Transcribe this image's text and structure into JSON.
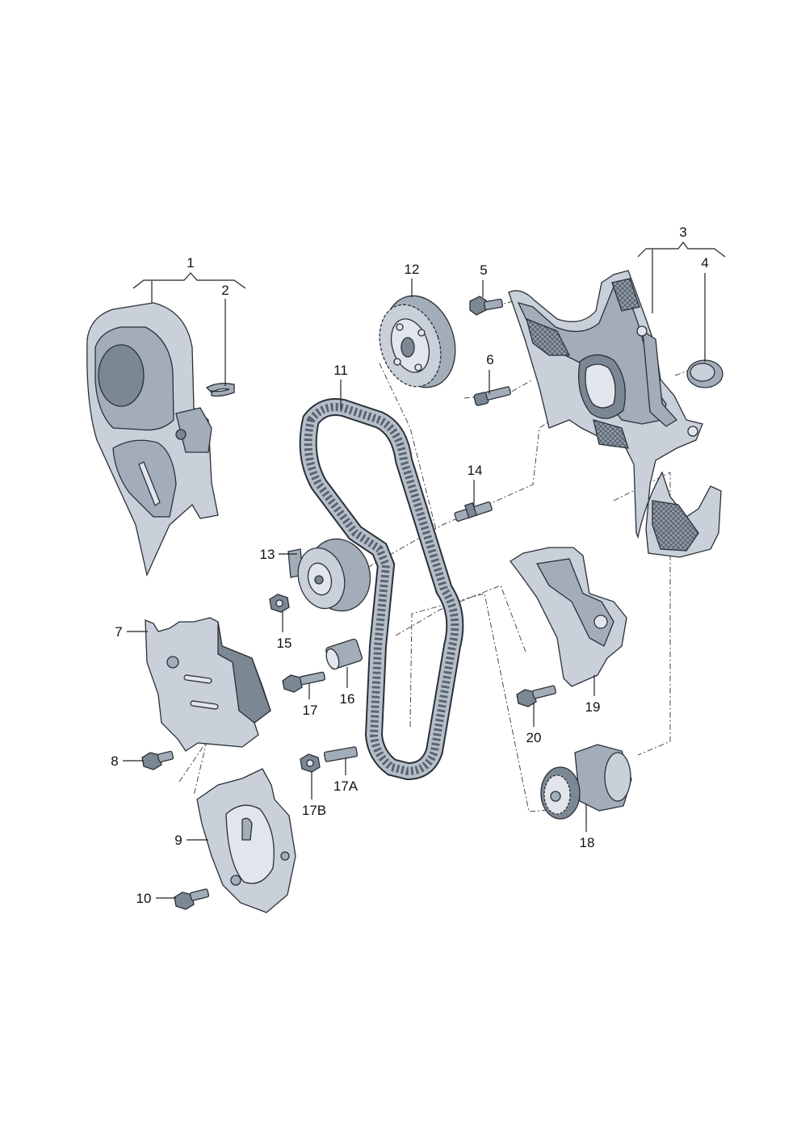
{
  "diagram": {
    "callouts": [
      "1",
      "2",
      "3",
      "4",
      "5",
      "6",
      "7",
      "8",
      "9",
      "10",
      "11",
      "12",
      "13",
      "14",
      "15",
      "16",
      "17",
      "17A",
      "17B",
      "18",
      "19",
      "20"
    ],
    "colors": {
      "part_light": "#c9d0d9",
      "part_mid": "#a3adb9",
      "part_dark": "#7c8794",
      "outline": "#2a3038",
      "leader": "#222222"
    }
  }
}
